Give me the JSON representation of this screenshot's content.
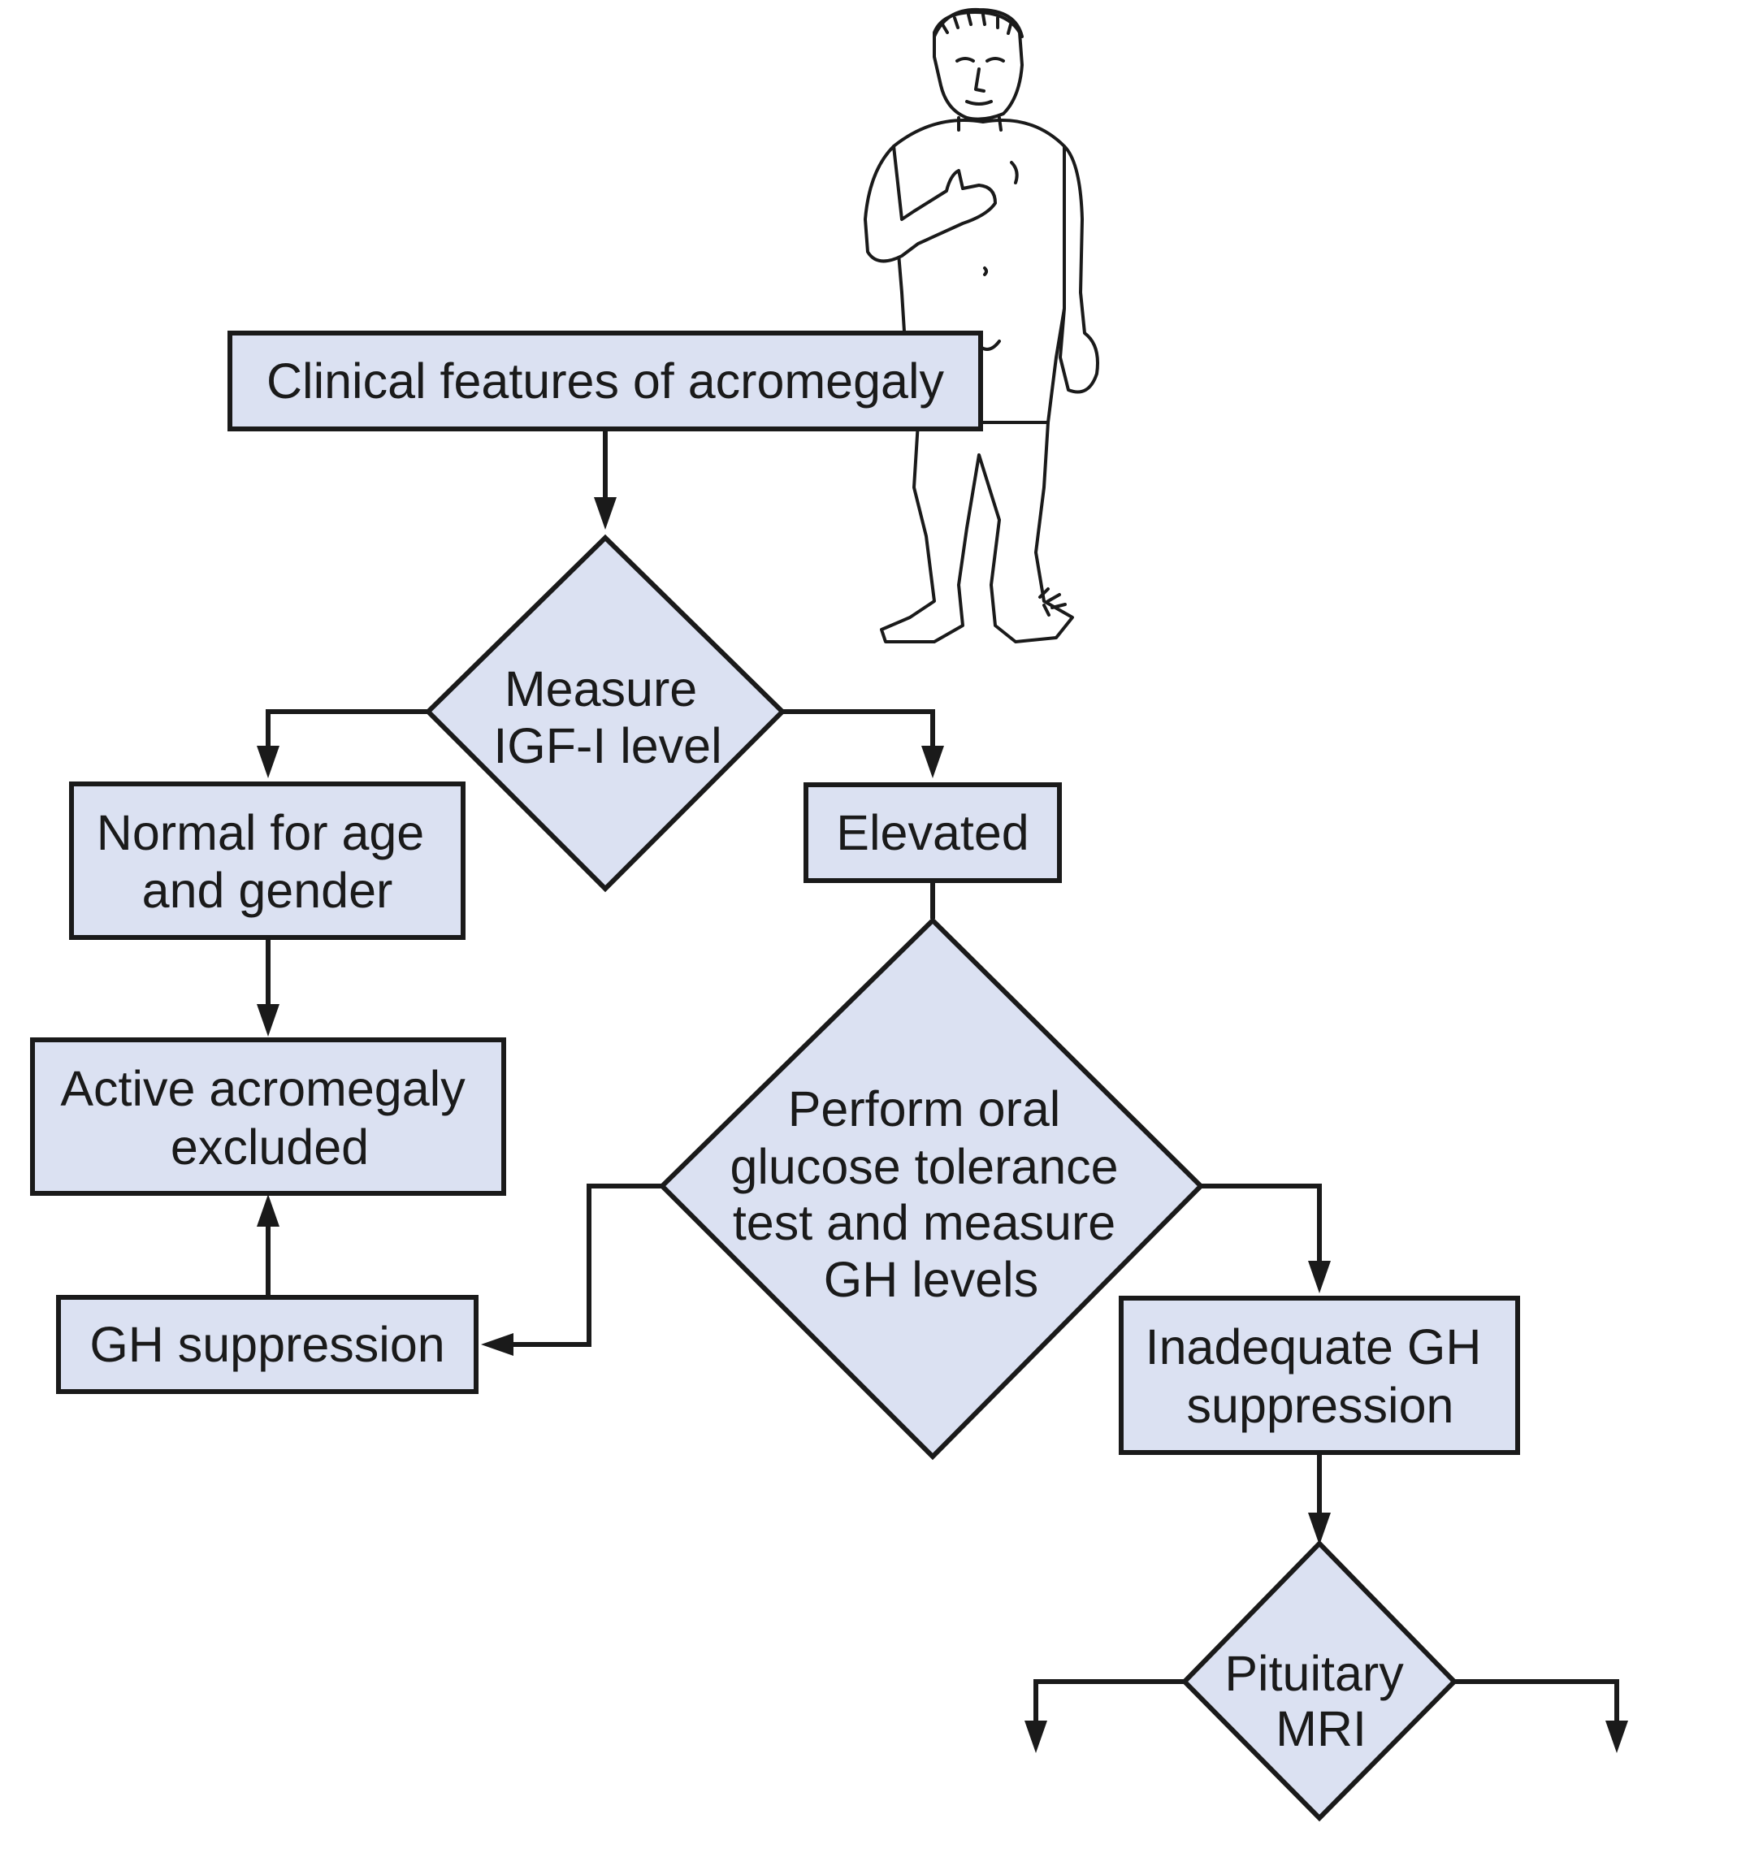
{
  "diagram": {
    "nodes": {
      "start": {
        "shape": "rect",
        "lines": [
          "Clinical features of acromegaly"
        ]
      },
      "measure_igf": {
        "shape": "diamond",
        "lines": [
          "Measure",
          "IGF-I level"
        ]
      },
      "normal": {
        "shape": "rect",
        "lines": [
          "Normal for age",
          "and gender"
        ]
      },
      "elevated": {
        "shape": "rect",
        "lines": [
          "Elevated"
        ]
      },
      "excluded": {
        "shape": "rect",
        "lines": [
          "Active acromegaly",
          "excluded"
        ]
      },
      "ogtt": {
        "shape": "diamond",
        "lines": [
          "Perform oral",
          "glucose tolerance",
          "test and measure",
          "GH levels"
        ]
      },
      "gh_suppression": {
        "shape": "rect",
        "lines": [
          "GH suppression"
        ]
      },
      "inadequate": {
        "shape": "rect",
        "lines": [
          "Inadequate GH",
          "suppression"
        ]
      },
      "mri": {
        "shape": "diamond",
        "lines": [
          "Pituitary",
          "MRI"
        ]
      }
    },
    "edges": [
      {
        "from": "start",
        "to": "measure_igf"
      },
      {
        "from": "measure_igf",
        "to": "normal"
      },
      {
        "from": "measure_igf",
        "to": "elevated"
      },
      {
        "from": "normal",
        "to": "excluded"
      },
      {
        "from": "elevated",
        "to": "ogtt"
      },
      {
        "from": "ogtt",
        "to": "gh_suppression"
      },
      {
        "from": "ogtt",
        "to": "inadequate"
      },
      {
        "from": "gh_suppression",
        "to": "excluded"
      },
      {
        "from": "inadequate",
        "to": "mri"
      },
      {
        "from": "mri",
        "to": ""
      },
      {
        "from": "mri",
        "to": ""
      }
    ]
  },
  "illustration": {
    "icon": "acromegaly-patient-figure-icon"
  },
  "colors": {
    "node_fill": "#dbe1f2",
    "stroke": "#1a1a1a",
    "background": "#ffffff"
  }
}
